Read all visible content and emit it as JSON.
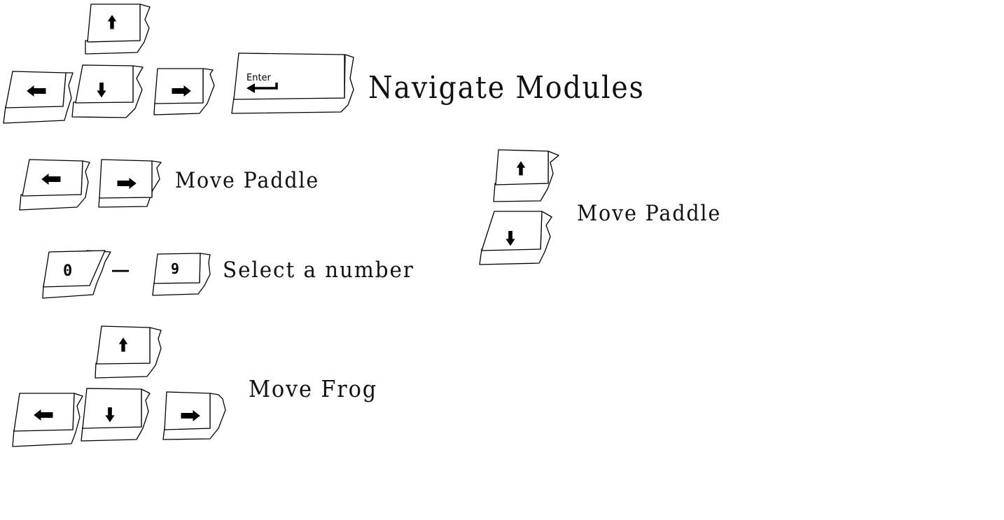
{
  "labels": {
    "navigate": "Navigate Modules",
    "move_paddle_horizontal": "Move Paddle",
    "move_paddle_vertical": "Move Paddle",
    "select_number": "Select a number",
    "move_frog": "Move Frog"
  },
  "keys": {
    "enter": "Enter",
    "digit_start": "0",
    "digit_end": "9",
    "range_separator": "—"
  },
  "icons": {
    "up": "arrow-up-icon",
    "down": "arrow-down-icon",
    "left": "arrow-left-icon",
    "right": "arrow-right-icon",
    "enter": "enter-icon"
  },
  "colors": {
    "ink": "#000000",
    "paper": "#ffffff"
  }
}
